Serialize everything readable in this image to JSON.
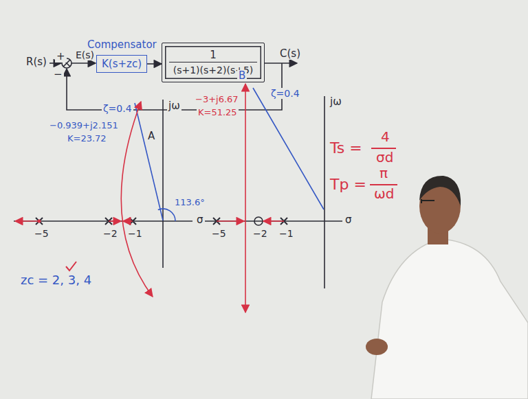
{
  "diagram": {
    "nodes": [
      {
        "text": [
          "Compensator",
          "K(s+zc)"
        ]
      },
      {
        "text": [
          "1",
          "(s+1)(s+2)(s+5)"
        ]
      }
    ],
    "edges": [
      {
        "from": 0,
        "to": 1,
        "arrow": "to"
      }
    ],
    "labels": [
      "R(s)",
      "+",
      "E(s)",
      "−",
      "C(s)",
      "−0.939+j2.151",
      "K=23.72",
      "ζ=0.4",
      "A",
      "jω",
      "113.6°",
      "σ",
      "−5",
      "−2",
      "−1",
      "zc = 2, 3, 4",
      "B",
      "−3+j6.67",
      "K=51.25",
      "ζ=0.4",
      "jω",
      "σ",
      "−5",
      "−2",
      "−1",
      "Ts =",
      "4",
      "σd",
      "Tp =",
      "π",
      "ωd"
    ]
  }
}
